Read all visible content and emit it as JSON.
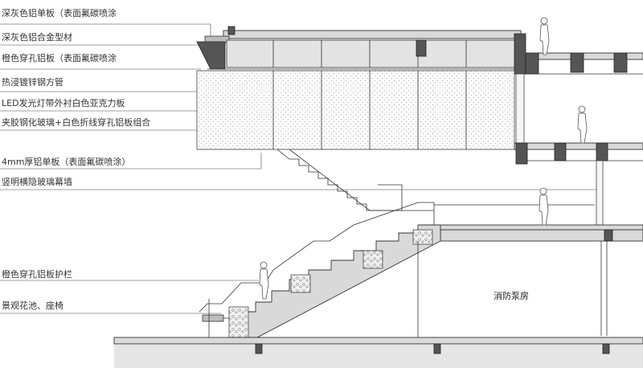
{
  "labels": [
    "深灰色铝单板（表面氟碳喷涂",
    "深灰色铝合金型材",
    "橙色穿孔铝板（表面氟碳喷涂",
    "热浸镀锌钢方管",
    "LED发光灯带外衬白色亚克力板",
    "夹胶钢化玻璃+白色折线穿孔铝板组合",
    "4mm厚铝单板（表面氟碳喷涂）",
    "竖明横隐玻璃幕墙",
    "橙色穿孔铝板护栏",
    "景观花池、座椅"
  ],
  "rooms": {
    "pump_room": "消防泵房"
  },
  "icons": [
    "person-figure",
    "planter"
  ],
  "colors": {
    "line": "#333333",
    "fill": "#d9d9d9",
    "background": "#ffffff"
  }
}
